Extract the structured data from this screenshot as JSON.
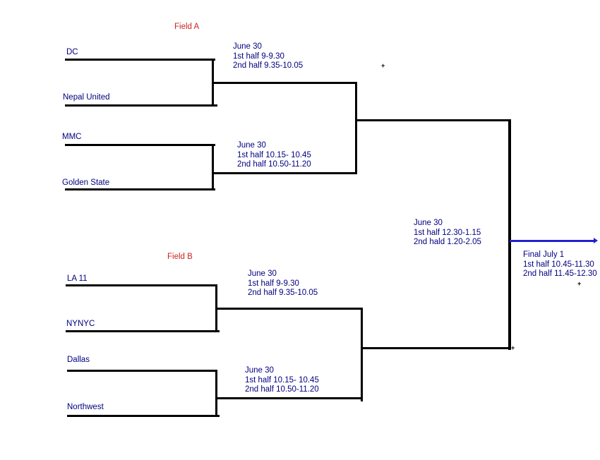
{
  "colors": {
    "team_text": "#000080",
    "annotation_text": "#000080",
    "field_label_text": "#cc2222",
    "bracket_line": "#000000",
    "final_line": "#2121cd"
  },
  "field_a": {
    "label": "Field A",
    "team1": "DC",
    "team2": "Nepal United",
    "team3": "MMC",
    "team4": "Golden State",
    "match1": {
      "date": "June 30",
      "half1": "1st half 9-9.30",
      "half2": "2nd half 9.35-10.05"
    },
    "match2": {
      "date": "June 30",
      "half1": "1st half 10.15- 10.45",
      "half2": "2nd half 10.50-11.20"
    }
  },
  "field_b": {
    "label": "Field B",
    "team1": "LA 11",
    "team2": "NYNYC",
    "team3": "Dallas",
    "team4": "Northwest",
    "match1": {
      "date": "June 30",
      "half1": "1st half 9-9.30",
      "half2": "2nd half 9.35-10.05"
    },
    "match2": {
      "date": "June 30",
      "half1": "1st half 10.15- 10.45",
      "half2": "2nd half 10.50-11.20"
    }
  },
  "semifinals": {
    "date": "June 30",
    "half1": "1st half 12.30-1.15",
    "half2": "2nd hald 1.20-2.05"
  },
  "final": {
    "title": "Final July 1",
    "half1": "1st half 10.45-11.30",
    "half2": "2nd half 11.45-12.30"
  },
  "marks": {
    "plus": "+"
  }
}
